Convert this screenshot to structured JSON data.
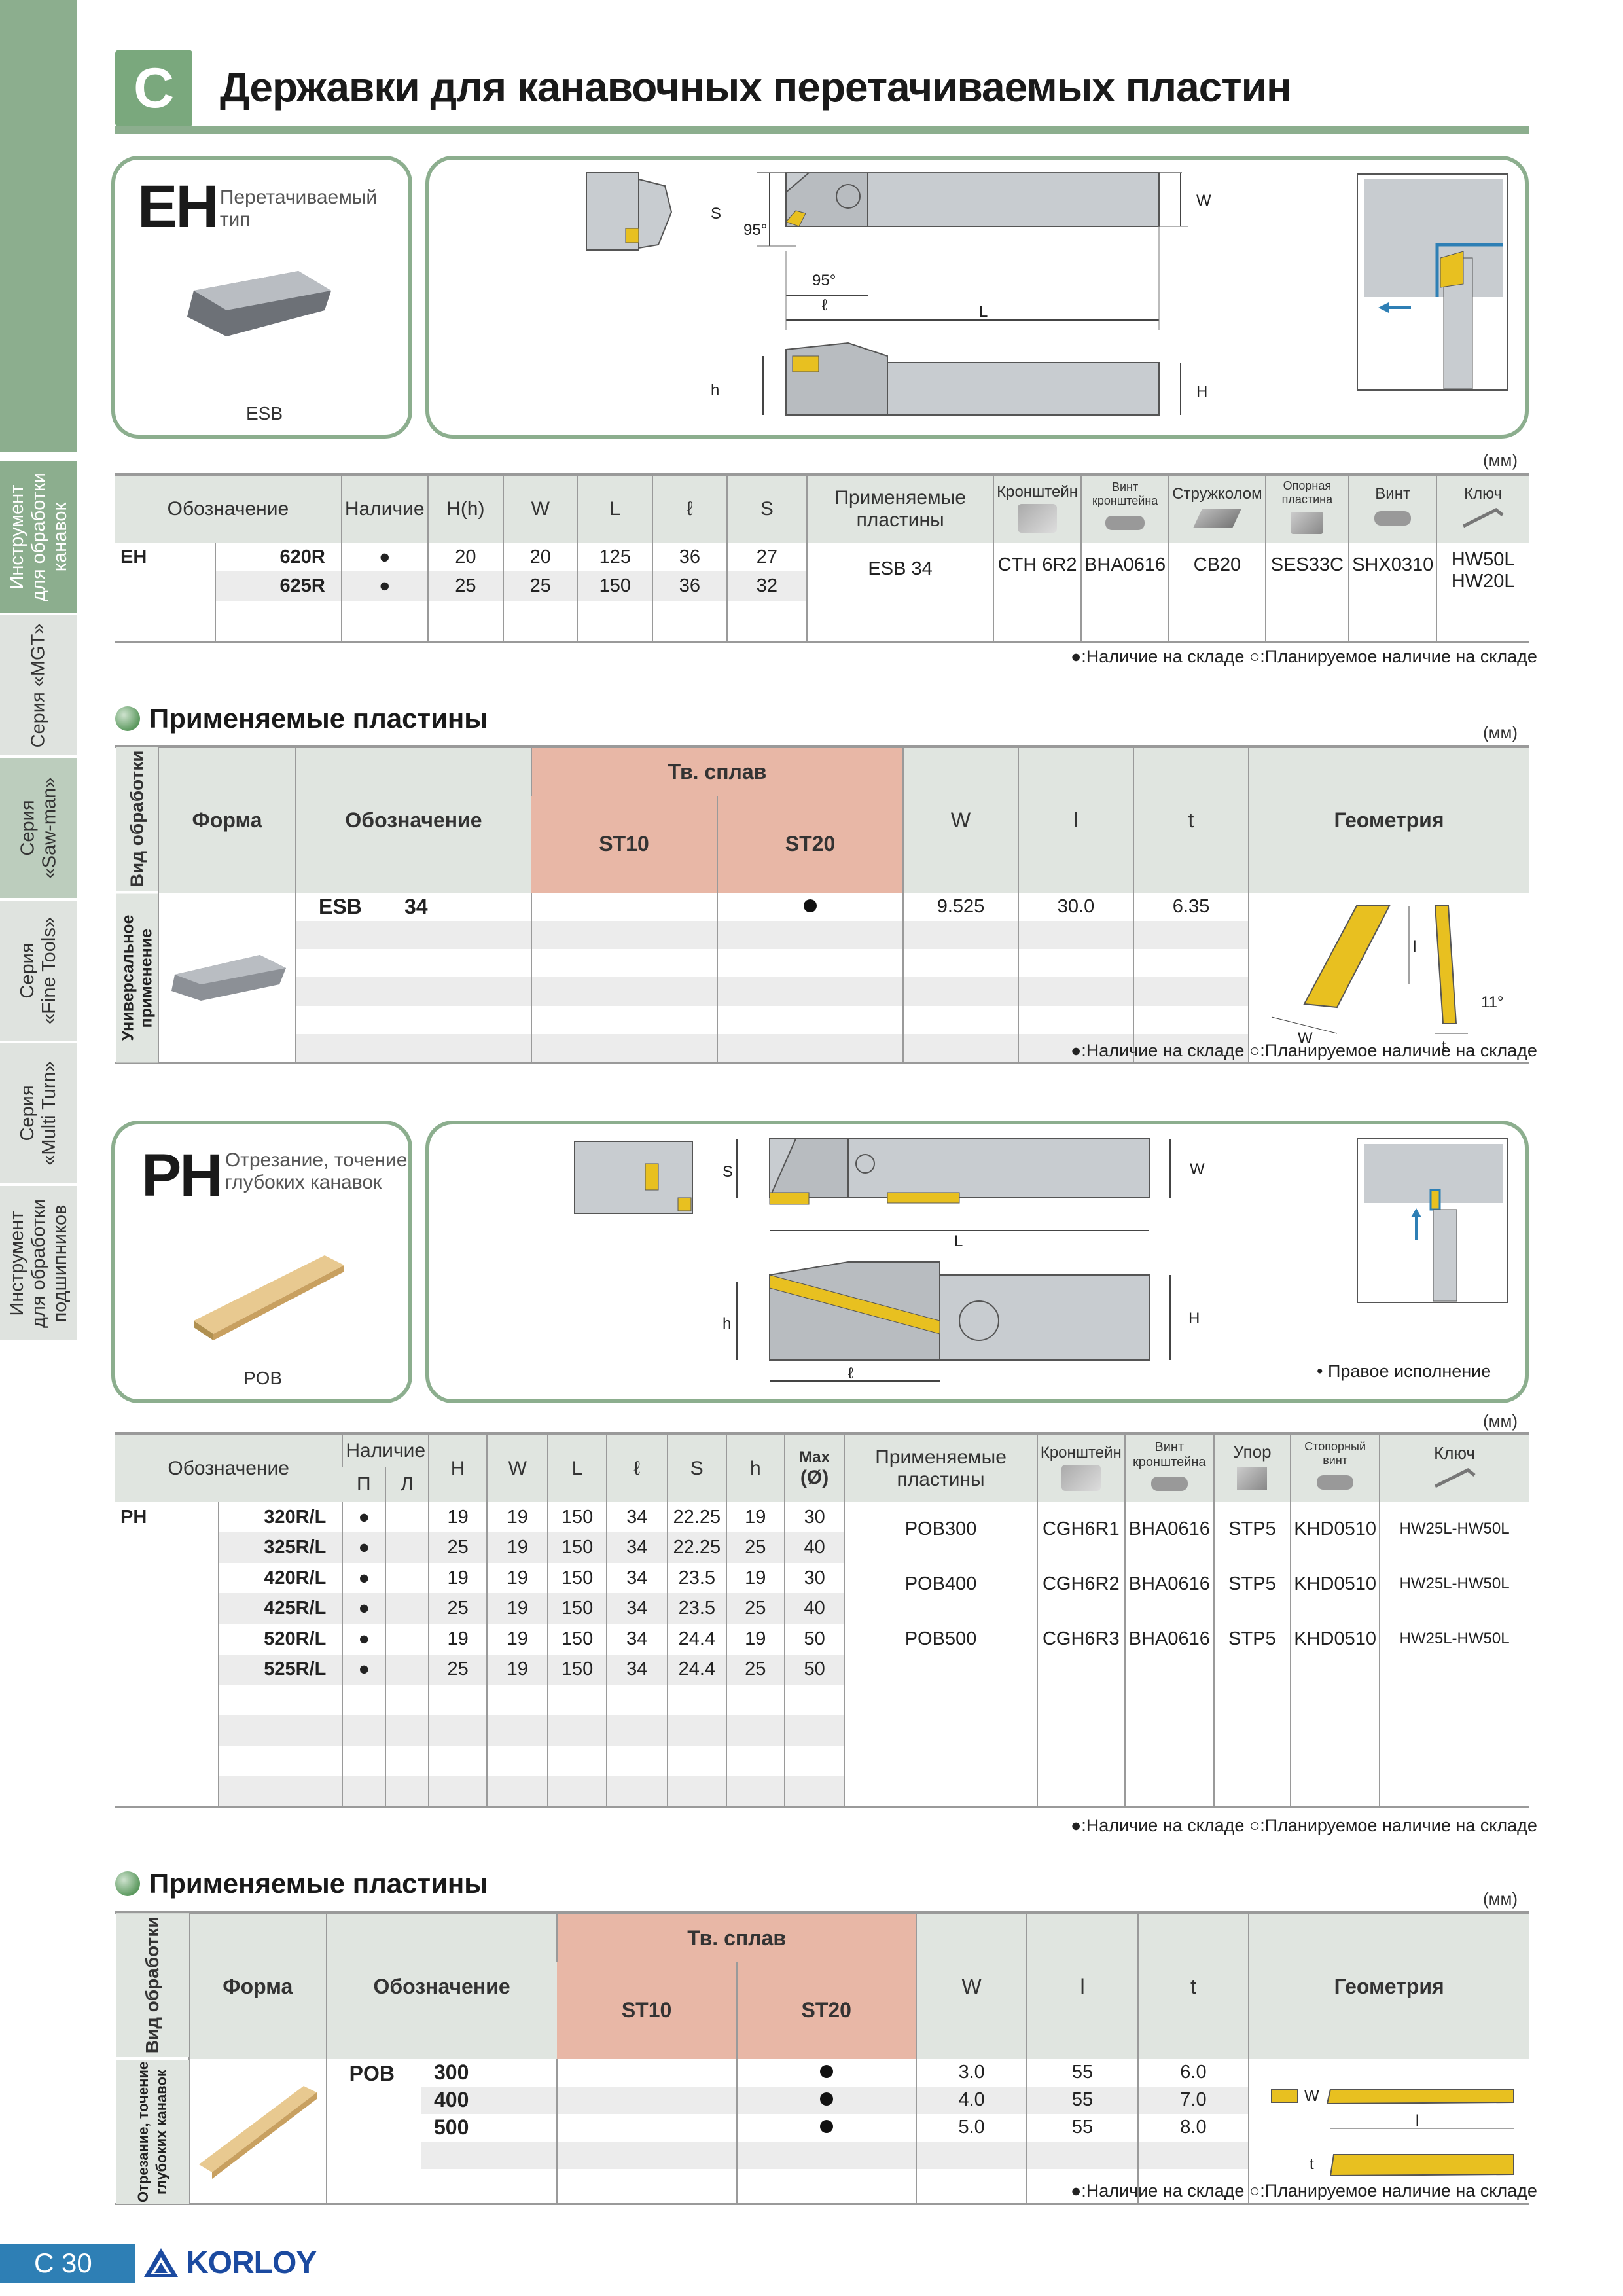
{
  "section_letter": "C",
  "page_title": "Державки для канавочных перетачиваемых пластин",
  "sidebar": {
    "items": [
      {
        "label1": "Инструмент",
        "label2": "для обработки",
        "label3": "канавок"
      },
      {
        "label1": "Серия «MGT»",
        "label2": "",
        "label3": ""
      },
      {
        "label1": "Серия",
        "label2": "«Saw-man»",
        "label3": ""
      },
      {
        "label1": "Серия",
        "label2": "«Fine Tools»",
        "label3": ""
      },
      {
        "label1": "Серия",
        "label2": "«Multi Turn»",
        "label3": ""
      },
      {
        "label1": "Инструмент",
        "label2": "для обработки",
        "label3": "подшипников"
      }
    ]
  },
  "eh": {
    "code": "EH",
    "subtitle": "Перетачиваемый тип",
    "insert_name": "ESB",
    "dims": {
      "s": "S",
      "w": "W",
      "h": "h",
      "H": "H",
      "L": "L",
      "l": "ℓ",
      "a1": "95°",
      "a2": "95°"
    },
    "unit": "(мм)",
    "headers": [
      "Обозначение",
      "Наличие",
      "H(h)",
      "W",
      "L",
      "ℓ",
      "S",
      "Применяемые пластины",
      "Кронштейн",
      "Винт кронштейна",
      "Стружколом",
      "Опорная пластина",
      "Винт",
      "Ключ"
    ],
    "family": "EH",
    "rows": [
      {
        "model": "620R",
        "avail": "●",
        "H": "20",
        "W": "20",
        "L": "125",
        "l": "36",
        "S": "27"
      },
      {
        "model": "625R",
        "avail": "●",
        "H": "25",
        "W": "25",
        "L": "150",
        "l": "36",
        "S": "32"
      }
    ],
    "insert": "ESB 34",
    "clamp": "CTH 6R2",
    "clamp_screw": "BHA0616",
    "chipbreaker": "CB20",
    "shim": "SES33C",
    "screw": "SHX0310",
    "key1": "HW50L",
    "key2": "HW20L"
  },
  "legend": {
    "in_stock": "●:Наличие на складе",
    "planned": "○:Планируемое наличие на складе"
  },
  "inserts1": {
    "section_title": "Применяемые пластины",
    "unit": "(мм)",
    "headers": {
      "type": "Вид обработки",
      "shape": "Форма",
      "designation": "Обозначение",
      "carbide": "Тв. сплав",
      "st10": "ST10",
      "st20": "ST20",
      "w": "W",
      "l": "l",
      "t": "t",
      "geometry": "Геометрия"
    },
    "application": "Универсальное применение",
    "series": "ESB",
    "rows": [
      {
        "size": "34",
        "st10": "",
        "st20": "●",
        "w": "9.525",
        "l": "30.0",
        "t": "6.35"
      }
    ],
    "geo": {
      "l": "l",
      "w": "W",
      "t": "t",
      "ang": "11°"
    }
  },
  "ph": {
    "code": "PH",
    "subtitle1": "Отрезание, точение",
    "subtitle2": "глубоких канавок",
    "insert_name": "POB",
    "note": "• Правое исполнение",
    "dims": {
      "s": "S",
      "w": "W",
      "h": "h",
      "H": "H",
      "L": "L",
      "l": "ℓ"
    },
    "unit": "(мм)",
    "headers": [
      "Обозначение",
      "Наличие",
      "П",
      "Л",
      "H",
      "W",
      "L",
      "ℓ",
      "S",
      "h",
      "Max",
      "(Ø)",
      "Применяемые пластины",
      "Кронштейн",
      "Винт кронштейна",
      "Упор",
      "Стопорный винт",
      "Ключ"
    ],
    "family": "PH",
    "rows": [
      {
        "model": "320R/L",
        "avail": "●",
        "H": "19",
        "W": "19",
        "L": "150",
        "l": "34",
        "S": "22.25",
        "h": "19",
        "max": "30"
      },
      {
        "model": "325R/L",
        "avail": "●",
        "H": "25",
        "W": "19",
        "L": "150",
        "l": "34",
        "S": "22.25",
        "h": "25",
        "max": "40"
      },
      {
        "model": "420R/L",
        "avail": "●",
        "H": "19",
        "W": "19",
        "L": "150",
        "l": "34",
        "S": "23.5",
        "h": "19",
        "max": "30"
      },
      {
        "model": "425R/L",
        "avail": "●",
        "H": "25",
        "W": "19",
        "L": "150",
        "l": "34",
        "S": "23.5",
        "h": "25",
        "max": "40"
      },
      {
        "model": "520R/L",
        "avail": "●",
        "H": "19",
        "W": "19",
        "L": "150",
        "l": "34",
        "S": "24.4",
        "h": "19",
        "max": "50"
      },
      {
        "model": "525R/L",
        "avail": "●",
        "H": "25",
        "W": "19",
        "L": "150",
        "l": "34",
        "S": "24.4",
        "h": "25",
        "max": "50"
      }
    ],
    "groups": [
      {
        "insert": "POB300",
        "clamp": "CGH6R1",
        "clamp_screw": "BHA0616",
        "stop": "STP5",
        "set_screw": "KHD0510",
        "key": "HW25L-HW50L"
      },
      {
        "insert": "POB400",
        "clamp": "CGH6R2",
        "clamp_screw": "BHA0616",
        "stop": "STP5",
        "set_screw": "KHD0510",
        "key": "HW25L-HW50L"
      },
      {
        "insert": "POB500",
        "clamp": "CGH6R3",
        "clamp_screw": "BHA0616",
        "stop": "STP5",
        "set_screw": "KHD0510",
        "key": "HW25L-HW50L"
      }
    ]
  },
  "inserts2": {
    "section_title": "Применяемые пластины",
    "unit": "(мм)",
    "application": "Отрезание, точение глубоких канавок",
    "series": "POB",
    "rows": [
      {
        "size": "300",
        "st10": "",
        "st20": "●",
        "w": "3.0",
        "l": "55",
        "t": "6.0"
      },
      {
        "size": "400",
        "st10": "",
        "st20": "●",
        "w": "4.0",
        "l": "55",
        "t": "7.0"
      },
      {
        "size": "500",
        "st10": "",
        "st20": "●",
        "w": "5.0",
        "l": "55",
        "t": "8.0"
      }
    ],
    "geo": {
      "w": "W",
      "l": "l",
      "t": "t"
    }
  },
  "footer": {
    "page": "C 30",
    "brand": "KORLOY"
  },
  "colors": {
    "accent_green": "#8cae8e",
    "carbide_header": "#e8b7a6",
    "insert_gold": "#e8c020",
    "footer_blue": "#2e7fb5"
  }
}
